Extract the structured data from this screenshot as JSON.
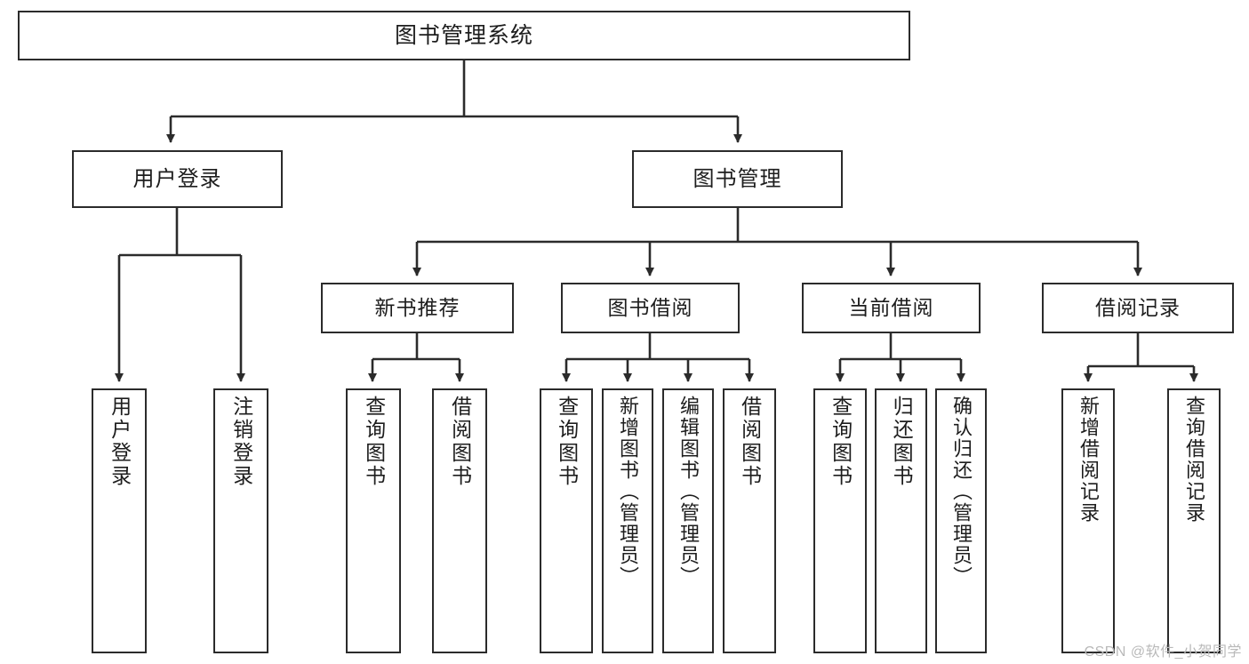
{
  "diagram": {
    "title": "图书管理系统",
    "type": "hierarchy-tree",
    "root": {
      "label": "图书管理系统"
    },
    "level2": [
      {
        "label": "用户登录"
      },
      {
        "label": "图书管理"
      }
    ],
    "level3": [
      {
        "label": "新书推荐"
      },
      {
        "label": "图书借阅"
      },
      {
        "label": "当前借阅"
      },
      {
        "label": "借阅记录"
      }
    ],
    "leaves": [
      {
        "label": "用户登录",
        "parent": "用户登录"
      },
      {
        "label": "注销登录",
        "parent": "用户登录"
      },
      {
        "label": "查询图书",
        "parent": "新书推荐"
      },
      {
        "label": "借阅图书",
        "parent": "新书推荐"
      },
      {
        "label": "查询图书",
        "parent": "图书借阅"
      },
      {
        "label": "新增图书（管理员）",
        "parent": "图书借阅"
      },
      {
        "label": "编辑图书（管理员）",
        "parent": "图书借阅"
      },
      {
        "label": "借阅图书",
        "parent": "图书借阅"
      },
      {
        "label": "查询图书",
        "parent": "当前借阅"
      },
      {
        "label": "归还图书",
        "parent": "当前借阅"
      },
      {
        "label": "确认归还（管理员）",
        "parent": "当前借阅"
      },
      {
        "label": "新增借阅记录",
        "parent": "借阅记录"
      },
      {
        "label": "查询借阅记录",
        "parent": "借阅记录"
      }
    ]
  },
  "watermark": {
    "text": "CSDN @软件_小贺同学"
  },
  "colors": {
    "line": "#2b2b2b",
    "text": "#1d1d1d",
    "background": "#ffffff",
    "watermark": "#b9b9b9"
  }
}
